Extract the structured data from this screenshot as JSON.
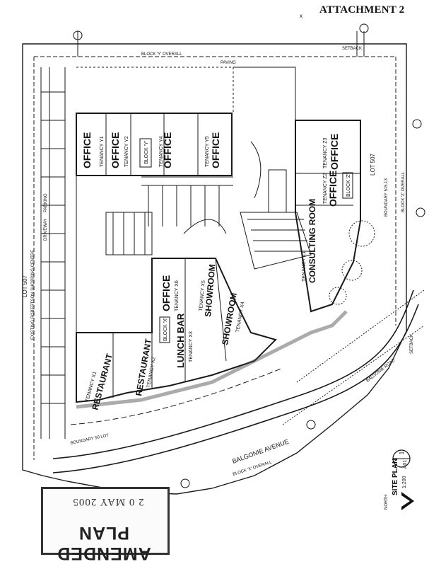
{
  "header": {
    "attachment": "ATTACHMENT 2",
    "mark": "x"
  },
  "tenancies": [
    {
      "use": "OFFICE",
      "tenancy": "TENANCY Y1"
    },
    {
      "use": "OFFICE",
      "tenancy": "TENANCY Y2"
    },
    {
      "use": "OFFICE",
      "tenancy": "TENANCY Y4"
    },
    {
      "use": "OFFICE",
      "tenancy": "TENANCY Y5"
    },
    {
      "use": "OFFICE",
      "tenancy": "TENANCY Z3"
    },
    {
      "use": "OFFICE",
      "tenancy": "TENANCY Z2"
    },
    {
      "use": "CONSULTING ROOM",
      "tenancy": "TENANCY Z1"
    },
    {
      "use": "OFFICE",
      "tenancy": "TENANCY X6"
    },
    {
      "use": "SHOWROOM",
      "tenancy": "TENANCY X5"
    },
    {
      "use": "SHOWROOM",
      "tenancy": "TENANCY X4"
    },
    {
      "use": "LUNCH BAR",
      "tenancy": "TENANCY X3"
    },
    {
      "use": "RESTAURANT",
      "tenancy": "TENANCY X2"
    },
    {
      "use": "RESTAURANT",
      "tenancy": "TENANCY X1"
    }
  ],
  "blocks": {
    "y": "BLOCK 'Y'",
    "z": "BLOCK 'Z'",
    "x": "BLOCK 'X'"
  },
  "labels": {
    "lot507_left": "LOT 507",
    "shopping_centre": "EXISTING ROBERTSON SHOPPING CENTRE",
    "lot507_right": "LOT 507",
    "balgonie": "BALGONIE AVENUE",
    "boundary": "BOUNDARY 50 LOT",
    "block_x_overall": "BLOCK 'X' OVERALL",
    "block_y_overall": "BLOCK 'Y' OVERALL",
    "block_z_overall": "BLOCK 'Z' OVERALL",
    "setback": "SETBACK",
    "boundary_side": "BOUNDARY 515.13",
    "side_setback": "SETBACK",
    "parking": "PARKING",
    "driveway": "DRIVEWAY",
    "paving": "PAVING",
    "road": "BALGONIE ROAD"
  },
  "site_plan": {
    "title": "SITE PLAN",
    "number": "1",
    "sheet": "A01",
    "scale": "1:200"
  },
  "north": {
    "label": "NORTH"
  },
  "stamp": {
    "title": "AMENDED PLAN",
    "date": "2 0 MAY 2005"
  },
  "colors": {
    "ink": "#111111",
    "paper": "#ffffff",
    "stamp": "#333333"
  }
}
